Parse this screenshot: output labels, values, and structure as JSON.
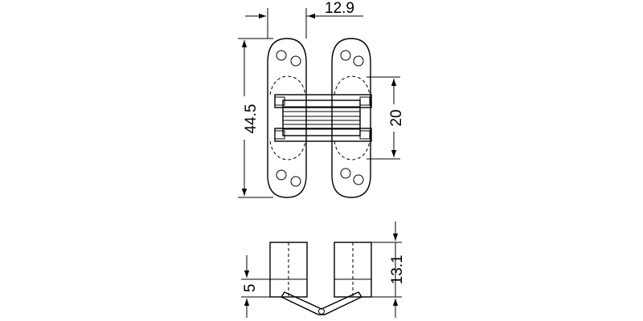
{
  "dimensions": {
    "width_top": "12.9",
    "height_total": "44.5",
    "hinge_center": "20",
    "depth_total": "13.1",
    "plate_depth": "5"
  },
  "colors": {
    "line": "#000000",
    "background": "#ffffff",
    "metal_light": "#f1f1f1",
    "metal_mid": "#cfcfcf",
    "metal_dark": "#8c8c8c"
  }
}
